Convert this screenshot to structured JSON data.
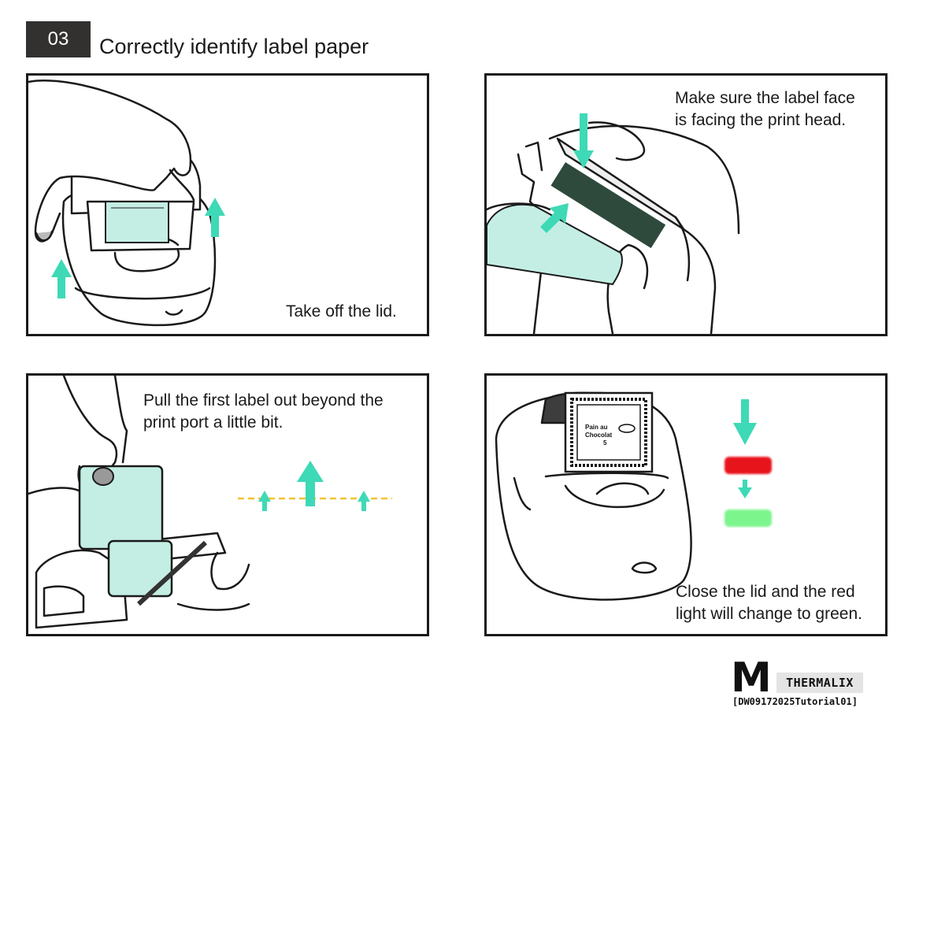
{
  "header": {
    "step_number": "03",
    "title": "Correctly identify label paper"
  },
  "steps": [
    {
      "caption": "Take off the lid."
    },
    {
      "caption": "Make sure the label face\nis facing the print head."
    },
    {
      "caption": "Pull the first label out beyond the\nprint port a little bit."
    },
    {
      "caption": "Close the lid and the red\nlight will change to green."
    }
  ],
  "label_sample": {
    "line1": "Pain au",
    "line2": "Chocolat",
    "line3": "5"
  },
  "brand": {
    "logo_letter": "M",
    "name": "THERMALIX",
    "code": "[DW09172025Tutorial01]"
  },
  "colors": {
    "arrow": "#3ed9b6",
    "label_paper": "#c4eee4",
    "red_light": "#e8141c",
    "green_light": "#7cf58c",
    "dashed_line": "#f2c230",
    "badge": "#333130"
  }
}
